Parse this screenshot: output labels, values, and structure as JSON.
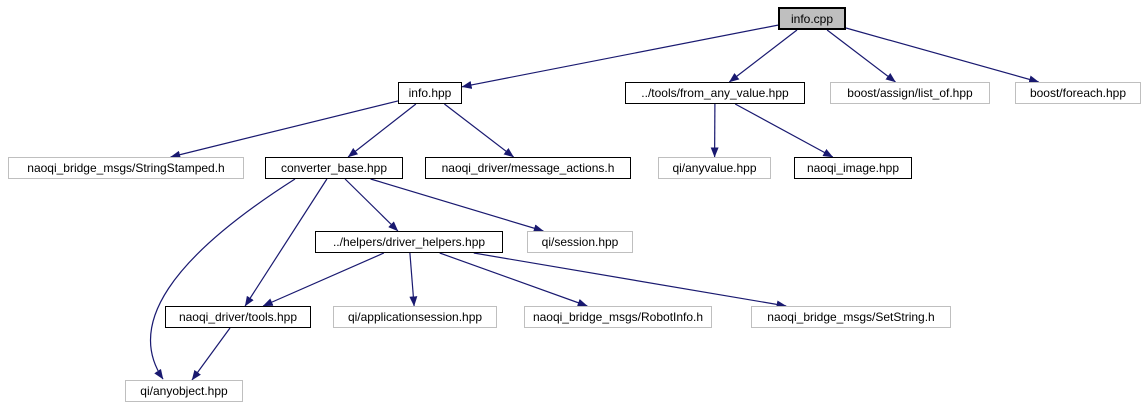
{
  "diagram": {
    "kind": "include-dependency-graph",
    "root_file": "info.cpp",
    "edge_color": "#191970",
    "node_fill": "#ffffff",
    "root_fill": "#bfbfbf",
    "internal_border": "#000000",
    "external_border": "#bfbfbf",
    "nodes": [
      {
        "id": "info_cpp",
        "label": "info.cpp",
        "kind": "root"
      },
      {
        "id": "info_hpp",
        "label": "info.hpp",
        "kind": "internal"
      },
      {
        "id": "from_any_value",
        "label": "../tools/from_any_value.hpp",
        "kind": "internal"
      },
      {
        "id": "list_of",
        "label": "boost/assign/list_of.hpp",
        "kind": "external"
      },
      {
        "id": "foreach",
        "label": "boost/foreach.hpp",
        "kind": "external"
      },
      {
        "id": "string_stamped",
        "label": "naoqi_bridge_msgs/StringStamped.h",
        "kind": "external"
      },
      {
        "id": "converter_base",
        "label": "converter_base.hpp",
        "kind": "internal"
      },
      {
        "id": "message_actions",
        "label": "naoqi_driver/message_actions.h",
        "kind": "internal"
      },
      {
        "id": "anyvalue",
        "label": "qi/anyvalue.hpp",
        "kind": "external"
      },
      {
        "id": "naoqi_image",
        "label": "naoqi_image.hpp",
        "kind": "internal"
      },
      {
        "id": "driver_helpers",
        "label": "../helpers/driver_helpers.hpp",
        "kind": "internal"
      },
      {
        "id": "session",
        "label": "qi/session.hpp",
        "kind": "external"
      },
      {
        "id": "tools",
        "label": "naoqi_driver/tools.hpp",
        "kind": "internal"
      },
      {
        "id": "applicationsession",
        "label": "qi/applicationsession.hpp",
        "kind": "external"
      },
      {
        "id": "robot_info",
        "label": "naoqi_bridge_msgs/RobotInfo.h",
        "kind": "external"
      },
      {
        "id": "set_string",
        "label": "naoqi_bridge_msgs/SetString.h",
        "kind": "external"
      },
      {
        "id": "anyobject",
        "label": "qi/anyobject.hpp",
        "kind": "external"
      }
    ],
    "edges": [
      {
        "from": "info_cpp",
        "to": "info_hpp"
      },
      {
        "from": "info_cpp",
        "to": "from_any_value"
      },
      {
        "from": "info_cpp",
        "to": "list_of"
      },
      {
        "from": "info_cpp",
        "to": "foreach"
      },
      {
        "from": "info_hpp",
        "to": "string_stamped"
      },
      {
        "from": "info_hpp",
        "to": "converter_base"
      },
      {
        "from": "info_hpp",
        "to": "message_actions"
      },
      {
        "from": "from_any_value",
        "to": "anyvalue"
      },
      {
        "from": "from_any_value",
        "to": "naoqi_image"
      },
      {
        "from": "converter_base",
        "to": "driver_helpers"
      },
      {
        "from": "converter_base",
        "to": "session"
      },
      {
        "from": "converter_base",
        "to": "tools"
      },
      {
        "from": "converter_base",
        "to": "anyobject"
      },
      {
        "from": "driver_helpers",
        "to": "tools"
      },
      {
        "from": "driver_helpers",
        "to": "applicationsession"
      },
      {
        "from": "driver_helpers",
        "to": "robot_info"
      },
      {
        "from": "driver_helpers",
        "to": "set_string"
      },
      {
        "from": "tools",
        "to": "anyobject"
      }
    ]
  }
}
